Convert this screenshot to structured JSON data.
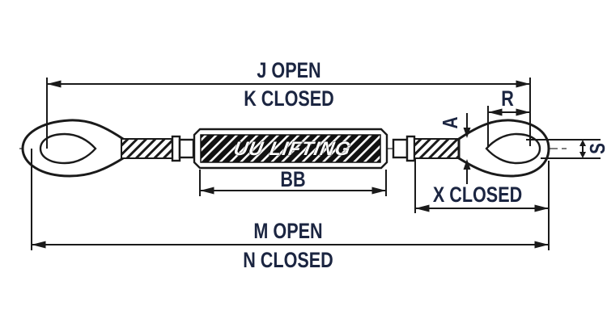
{
  "diagram": {
    "type": "eye-and-eye-turnbuckle-dimension-drawing",
    "brand_label": "UU LIFTING",
    "labels": {
      "j_open": "J OPEN",
      "k_closed": "K CLOSED",
      "m_open": "M OPEN",
      "n_closed": "N CLOSED",
      "bb": "BB",
      "x_closed": "X CLOSED",
      "r": "R",
      "a": "A",
      "s": "S"
    },
    "colors": {
      "drawing_line": "#1a1a1a",
      "dimension_label": "#1b2541",
      "centerline": "#7d7d7d",
      "body_fill": "#111111",
      "brand_text": "#ffffff",
      "background": "#ffffff"
    }
  }
}
